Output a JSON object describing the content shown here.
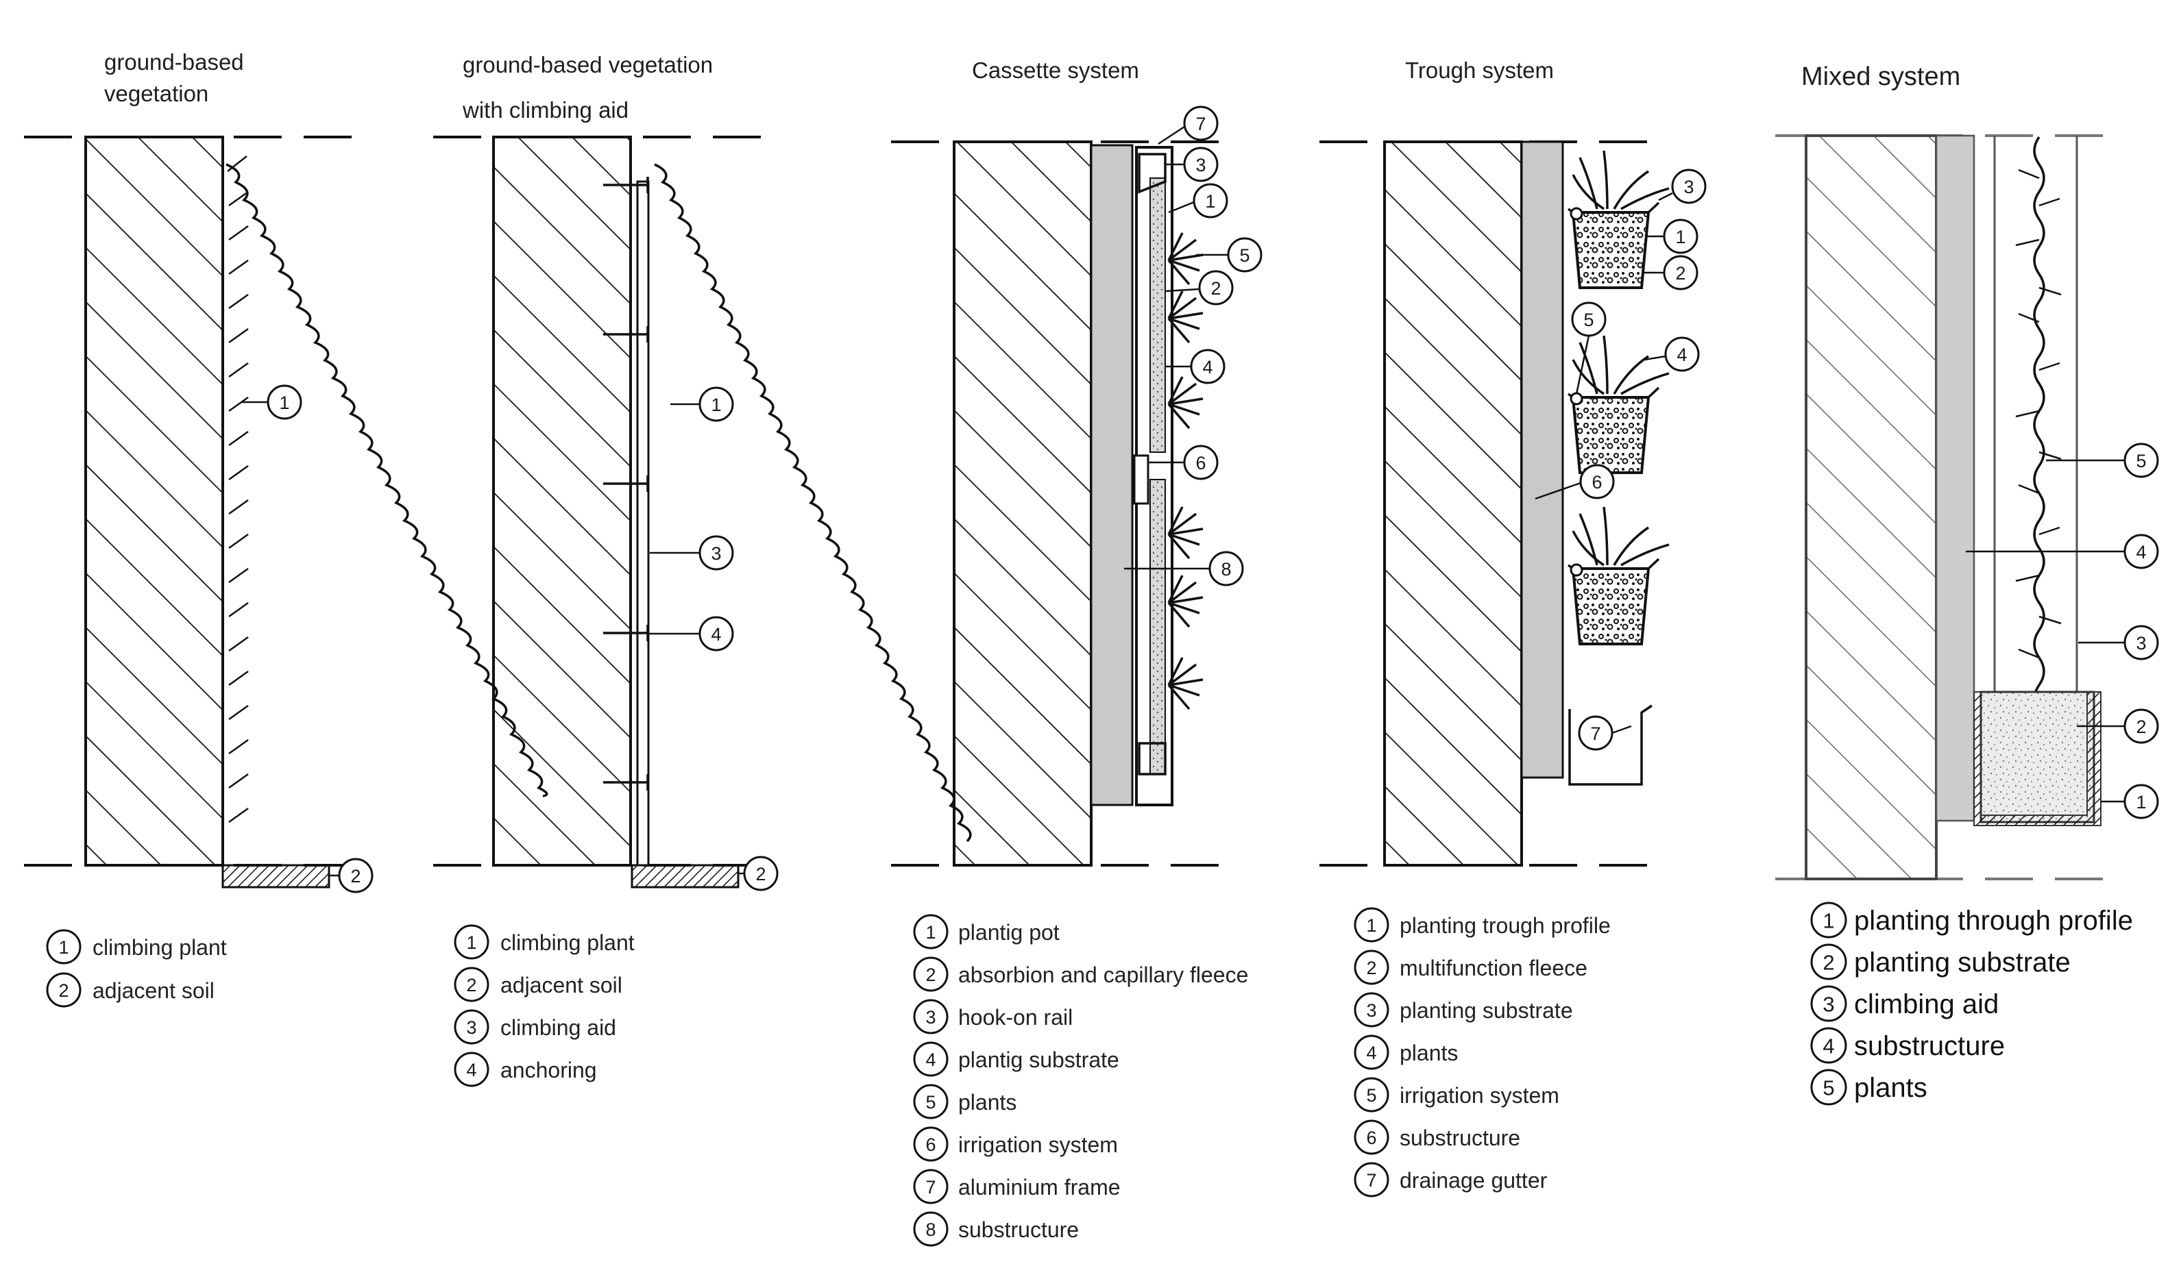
{
  "panels": [
    {
      "title_lines": [
        "ground-based",
        "vegetation"
      ],
      "legend": [
        {
          "num": "1",
          "label": "climbing plant"
        },
        {
          "num": "2",
          "label": "adjacent soil"
        }
      ]
    },
    {
      "title_lines": [
        "ground-based vegetation",
        "with climbing aid"
      ],
      "legend": [
        {
          "num": "1",
          "label": "climbing plant"
        },
        {
          "num": "2",
          "label": "adjacent soil"
        },
        {
          "num": "3",
          "label": "climbing aid"
        },
        {
          "num": "4",
          "label": "anchoring"
        }
      ]
    },
    {
      "title_lines": [
        "Cassette system"
      ],
      "legend": [
        {
          "num": "1",
          "label": "plantig pot"
        },
        {
          "num": "2",
          "label": "absorbion and capillary fleece"
        },
        {
          "num": "3",
          "label": "hook-on rail"
        },
        {
          "num": "4",
          "label": "plantig substrate"
        },
        {
          "num": "5",
          "label": "plants"
        },
        {
          "num": "6",
          "label": "irrigation system"
        },
        {
          "num": "7",
          "label": "aluminium frame"
        },
        {
          "num": "8",
          "label": "substructure"
        }
      ]
    },
    {
      "title_lines": [
        "Trough system"
      ],
      "legend": [
        {
          "num": "1",
          "label": "planting trough profile"
        },
        {
          "num": "2",
          "label": "multifunction fleece"
        },
        {
          "num": "3",
          "label": "planting substrate"
        },
        {
          "num": "4",
          "label": "plants"
        },
        {
          "num": "5",
          "label": "irrigation system"
        },
        {
          "num": "6",
          "label": "substructure"
        },
        {
          "num": "7",
          "label": "drainage gutter"
        }
      ]
    },
    {
      "title_lines": [
        "Mixed system"
      ],
      "legend": [
        {
          "num": "1",
          "label": "planting through profile"
        },
        {
          "num": "2",
          "label": "planting substrate"
        },
        {
          "num": "3",
          "label": "climbing aid"
        },
        {
          "num": "4",
          "label": "substructure"
        },
        {
          "num": "5",
          "label": "plants"
        }
      ]
    }
  ],
  "callouts": {
    "p1": [
      "1",
      "2"
    ],
    "p2": [
      "1",
      "3",
      "4",
      "2"
    ],
    "p3": [
      "7",
      "3",
      "1",
      "5",
      "2",
      "4",
      "6",
      "8"
    ],
    "p4": [
      "3",
      "1",
      "2",
      "5",
      "4",
      "6",
      "7"
    ],
    "p5": [
      "5",
      "4",
      "3",
      "2",
      "1"
    ]
  }
}
